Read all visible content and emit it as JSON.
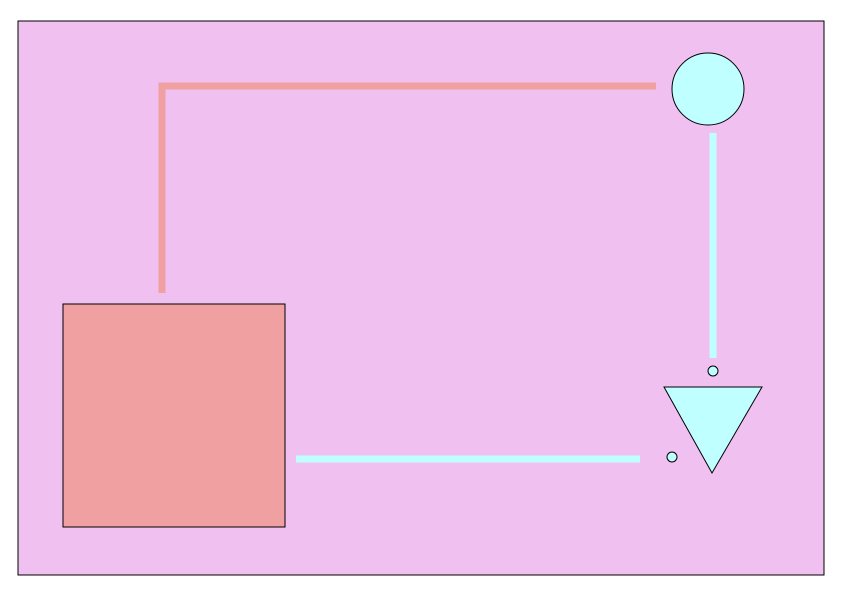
{
  "colors": {
    "page_background": "#ffffff",
    "panel_fill": "#f0c0f0",
    "panel_stroke": "#000000",
    "salmon": "#f0a0a0",
    "cyan": "#c0ffff"
  },
  "shapes": {
    "square": {
      "shape": "square",
      "fill": "salmon"
    },
    "circle": {
      "shape": "circle",
      "fill": "cyan"
    },
    "triangle": {
      "shape": "downward-triangle",
      "fill": "cyan"
    },
    "small_circle_top": {
      "shape": "small-circle",
      "fill": "cyan"
    },
    "small_circle_left": {
      "shape": "small-circle",
      "fill": "cyan"
    }
  },
  "connectors": [
    {
      "id": "square-to-circle",
      "from": "square",
      "to": "circle",
      "color": "salmon",
      "route": "up-then-right"
    },
    {
      "id": "circle-to-triangle",
      "from": "circle",
      "to": "triangle",
      "color": "cyan",
      "route": "down"
    },
    {
      "id": "square-to-triangle",
      "from": "square",
      "to": "triangle",
      "color": "cyan",
      "route": "right"
    }
  ]
}
